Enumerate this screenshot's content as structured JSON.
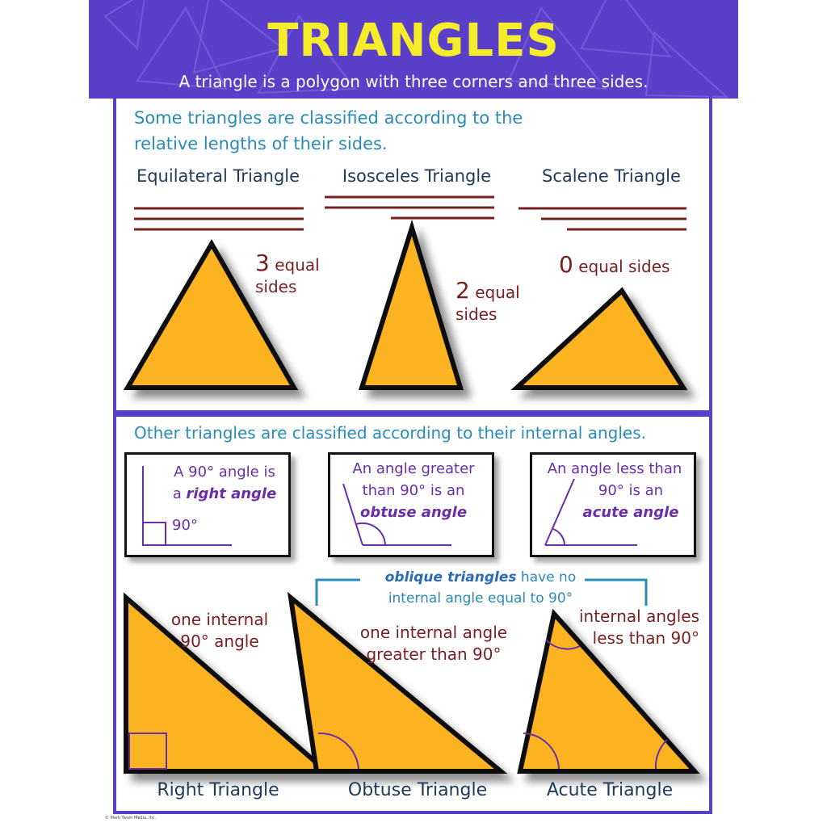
{
  "header": {
    "title": "TRIANGLES",
    "subtitle": "A triangle is a polygon with three corners and three sides."
  },
  "sides_section": {
    "intro_line1": "Some triangles are classified according to the",
    "intro_line2": "relative lengths of their sides.",
    "triangles": [
      {
        "name": "Equilateral Triangle",
        "count": "3",
        "label_a": "equal",
        "label_b": "sides"
      },
      {
        "name": "Isosceles Triangle",
        "count": "2",
        "label_a": "equal",
        "label_b": "sides"
      },
      {
        "name": "Scalene Triangle",
        "count": "0",
        "label_a": "equal sides",
        "label_b": ""
      }
    ]
  },
  "angles_section": {
    "intro": "Other triangles are classified according to their internal angles.",
    "boxes": [
      {
        "line1": "A 90° angle is",
        "line2_pre": "a ",
        "line2_em": "right angle",
        "degree": "90°"
      },
      {
        "line1": "An angle greater",
        "line2": "than 90° is an",
        "line3_em": "obtuse angle"
      },
      {
        "line1": "An angle less than",
        "line2": "90° is an",
        "line3_em": "acute angle"
      }
    ],
    "oblique": {
      "em": "oblique triangles",
      "rest1": " have no",
      "line2": "internal angle equal to 90°"
    },
    "triangles": [
      {
        "name": "Right Triangle",
        "note1": "one internal",
        "note2": "90° angle"
      },
      {
        "name": "Obtuse Triangle",
        "note1": "one internal angle",
        "note2": "greater than 90°"
      },
      {
        "name": "Acute Triangle",
        "note1": "internal angles",
        "note2": "less than 90°"
      }
    ]
  },
  "footer": {
    "credit": "© Mark Twain Media, Inc."
  },
  "colors": {
    "header_bg": "#5a3fc8",
    "title": "#f5ec2c",
    "triangle_fill": "#fbb321",
    "intro_text": "#2a8ab8",
    "label_text": "#7a1f1f",
    "box_text": "#6a2ea8"
  }
}
